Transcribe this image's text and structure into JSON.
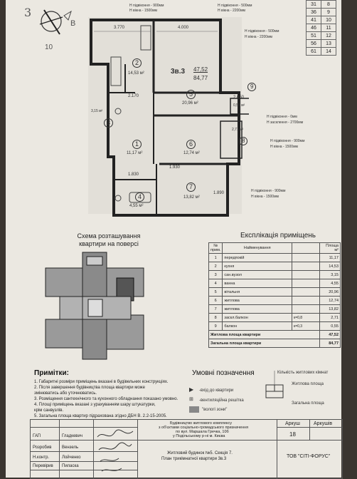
{
  "corner_table": [
    [
      "31",
      "8"
    ],
    [
      "36",
      "9"
    ],
    [
      "41",
      "10"
    ],
    [
      "46",
      "11"
    ],
    [
      "51",
      "12"
    ],
    [
      "56",
      "13"
    ],
    [
      "61",
      "14"
    ]
  ],
  "handwriting": {
    "n3": "3",
    "compass_b": "В",
    "n10": "10"
  },
  "dim_notes": {
    "top_left": [
      "Н підвіконня - 900мм",
      "Н вікна - 1500мм"
    ],
    "top_mid": [
      "Н підвіконня - 500мм",
      "Н вікна - 2200мм"
    ],
    "right_1": [
      "Н підвіконня - 500мм",
      "Н вікна - 2200мм"
    ],
    "right_2": [
      "Н підвіконня - 0мм",
      "Н засклення - 2700мм"
    ],
    "right_3": [
      "Н підвіконня - 900мм",
      "Н вікна - 1500мм"
    ],
    "right_4": [
      "Н підвіконня - 900мм",
      "Н вікна - 1500мм"
    ]
  },
  "plan": {
    "label": "3в.3",
    "area_living": "47,52",
    "area_total": "84,77",
    "marker": "9",
    "rooms": [
      {
        "n": "1",
        "a": "11,17 м²"
      },
      {
        "n": "2",
        "a": "14,53 м²"
      },
      {
        "n": "3",
        "a": "3,15 м²"
      },
      {
        "n": "4",
        "a": "4,55 м²"
      },
      {
        "n": "5",
        "a": "20,96 м²"
      },
      {
        "n": "6",
        "a": "12,74 м²"
      },
      {
        "n": "7",
        "a": "13,82 м²"
      },
      {
        "n": "8",
        "a": "2,71 м²"
      },
      {
        "n": "9",
        "a": "0,55 м²"
      }
    ],
    "dims": [
      "3.770",
      "4.000",
      "2.170",
      "1.830",
      "1.930",
      "2.050",
      "1.890"
    ]
  },
  "scheme_title": "Схема розташування квартири на поверсі",
  "explication": {
    "title": "Експлікація приміщень",
    "headers": [
      "№ прим.",
      "Найменування",
      "",
      "Площа м²"
    ],
    "rows": [
      {
        "n": "1",
        "name": "передпокій",
        "k": "",
        "area": "11,17"
      },
      {
        "n": "2",
        "name": "кухня",
        "k": "",
        "area": "14,53"
      },
      {
        "n": "3",
        "name": "сан.вузол",
        "k": "",
        "area": "3,15"
      },
      {
        "n": "4",
        "name": "ванна",
        "k": "",
        "area": "4,55"
      },
      {
        "n": "5",
        "name": "вітальня",
        "k": "",
        "area": "20,96"
      },
      {
        "n": "6",
        "name": "житлова",
        "k": "",
        "area": "12,74"
      },
      {
        "n": "7",
        "name": "житлова",
        "k": "",
        "area": "13,82"
      },
      {
        "n": "8",
        "name": "заскл.балкон",
        "k": "к=0,8",
        "area": "2,71"
      },
      {
        "n": "9",
        "name": "балкон",
        "k": "к=0,3",
        "area": "0,55"
      }
    ],
    "living_label": "Житлова площа квартири",
    "living_value": "47,52",
    "total_label": "Загальна площа квартири",
    "total_value": "84,77"
  },
  "notes": {
    "title": "Примітки:",
    "items": [
      "1. Габаритні розміри приміщень вказані в будівельних конструкціях.",
      "2. Після завершення будівництва площа квартири може",
      "змінюватись або уточнюватись.",
      "3. Розміщення сантехнічного та кухонного обладнання показано умовно.",
      "4. Площі приміщень вказані з урахуванням шару штукатурки,",
      "крім санвузлів.",
      "5. Загальна площа квартир підрахована згідно ДБН В. 2.2-15-2005."
    ]
  },
  "legend": {
    "title": "Умовні позначення",
    "entry": "-вхід до квартири",
    "vent": "-вентиляційна решітка",
    "wet": "\"вологі зони\"",
    "rooms_count": "Кількість житлових кімнат",
    "living": "Житлова площа",
    "total": "Загальна площа"
  },
  "title_block": {
    "sheet_label": "Аркуш",
    "sheet_count_label": "Аркушів",
    "sheet_no": "18",
    "description": [
      "Будівництво житлового комплексу",
      "з об'єктами соціально-громадського призначення",
      "по вул. Маршала Гречка, 10б",
      "у Подільському р-ні м. Києва"
    ],
    "plan_title": [
      "Житловий будинок №5. Секція 7.",
      "План трикімнатної квартири 3в.3"
    ],
    "company": "ТОВ \"СІТІ-ФОРУС\"",
    "roles": [
      {
        "role": "ГАП",
        "name": "Гладкевич"
      },
      {
        "role": "Розробив",
        "name": "Вензель"
      },
      {
        "role": "Н.контр.",
        "name": "Лойченко"
      },
      {
        "role": "Перевірив",
        "name": "Пиласка"
      }
    ]
  }
}
